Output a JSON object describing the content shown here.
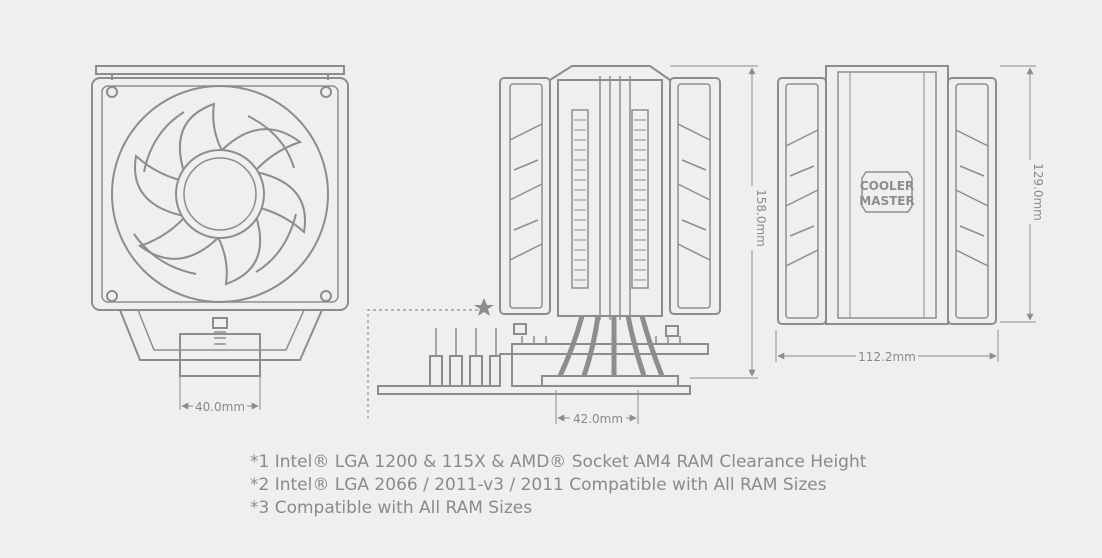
{
  "dimensions": {
    "heatsink_depth": "40.0mm",
    "base_width": "42.0mm",
    "total_height": "158.0mm",
    "fan_height": "129.0mm",
    "total_width": "112.2mm"
  },
  "logo": {
    "line1": "COOLER",
    "line2": "MASTER"
  },
  "notes": [
    "*1 Intel® LGA 1200 & 115X & AMD® Socket AM4 RAM Clearance Height",
    "*2 Intel® LGA 2066 / 2011-v3 / 2011 Compatible with All RAM Sizes",
    "*3 Compatible with All RAM Sizes"
  ],
  "colors": {
    "background": "#efefef",
    "line": "#8d8d8d",
    "text": "#8a8a8a"
  }
}
